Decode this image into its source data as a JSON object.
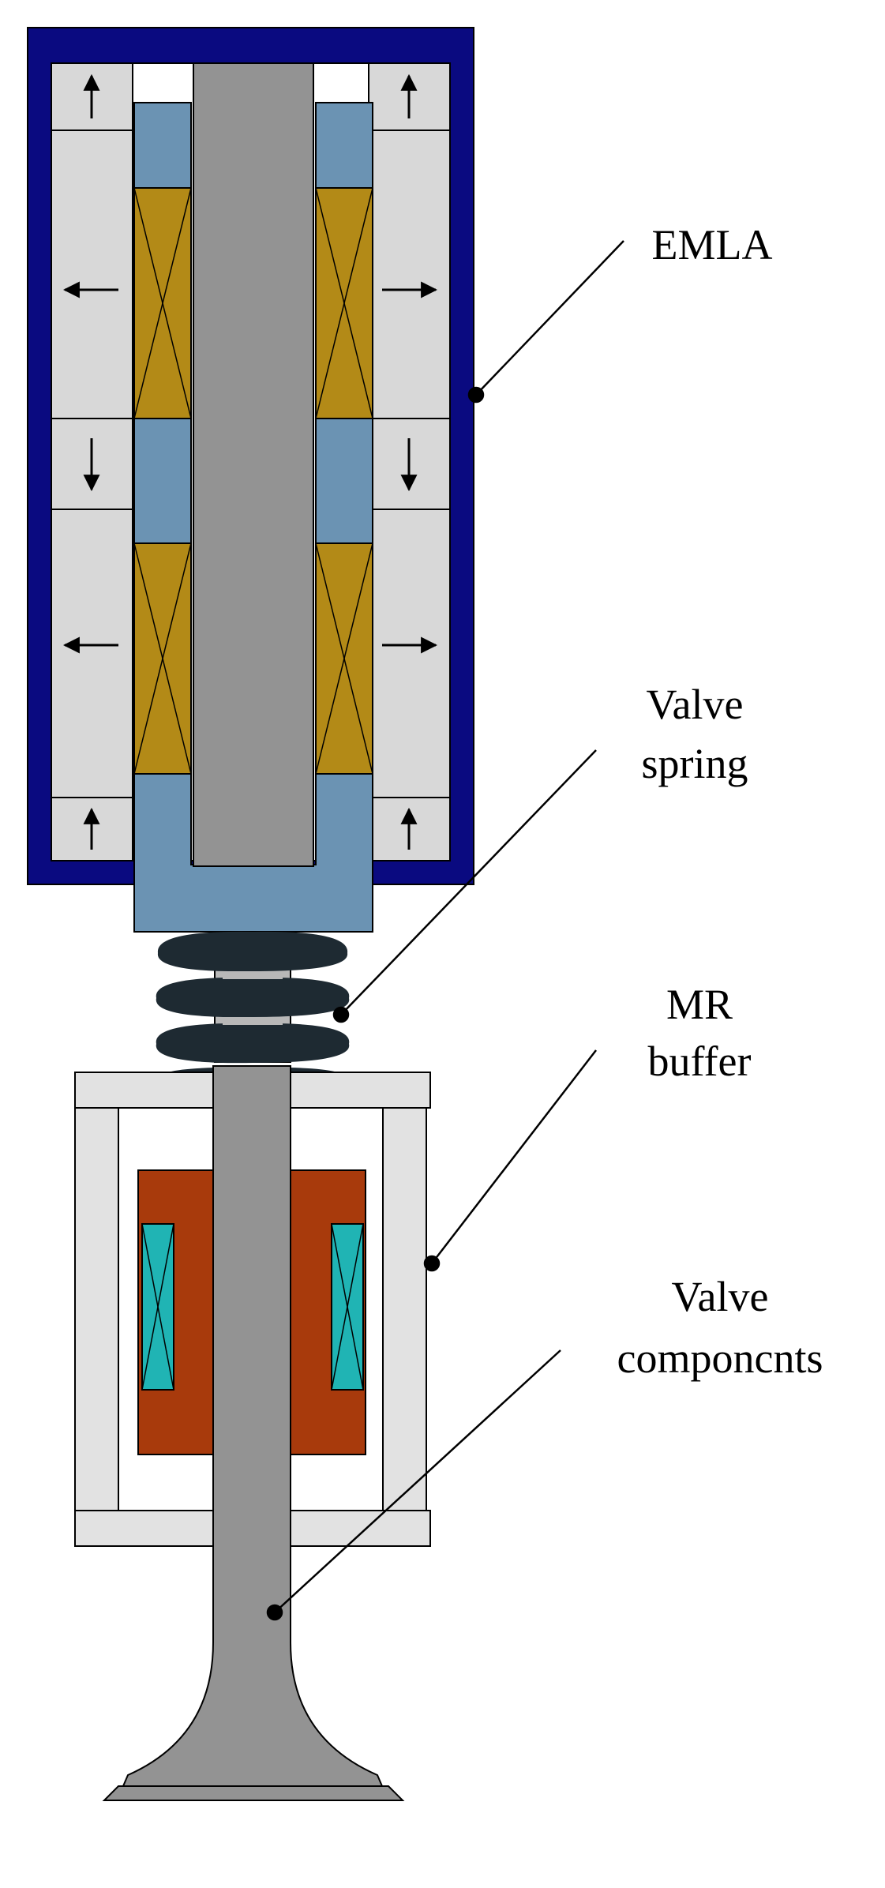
{
  "labels": {
    "emla": "EMLA",
    "valve_spring_line1": "Valve",
    "valve_spring_line2": "spring",
    "mr_buffer_line1": "MR",
    "mr_buffer_line2": "buffer",
    "valve_components_line1": "Valve",
    "valve_components_line2": "componcnts"
  },
  "colors": {
    "housing": "#0a0a80",
    "magnet": "#d8d8d8",
    "iron": "#6b93b3",
    "coil": "#b38a17",
    "stem": "#939393",
    "spring": "#1e2a32",
    "buffer_frame": "#e2e2e2",
    "buffer_core": "#a83a0c",
    "buffer_coil": "#20b4b4"
  },
  "icons": {
    "magnet_arrow": "arrow-icon",
    "coil_winding": "cross-winding-icon"
  }
}
